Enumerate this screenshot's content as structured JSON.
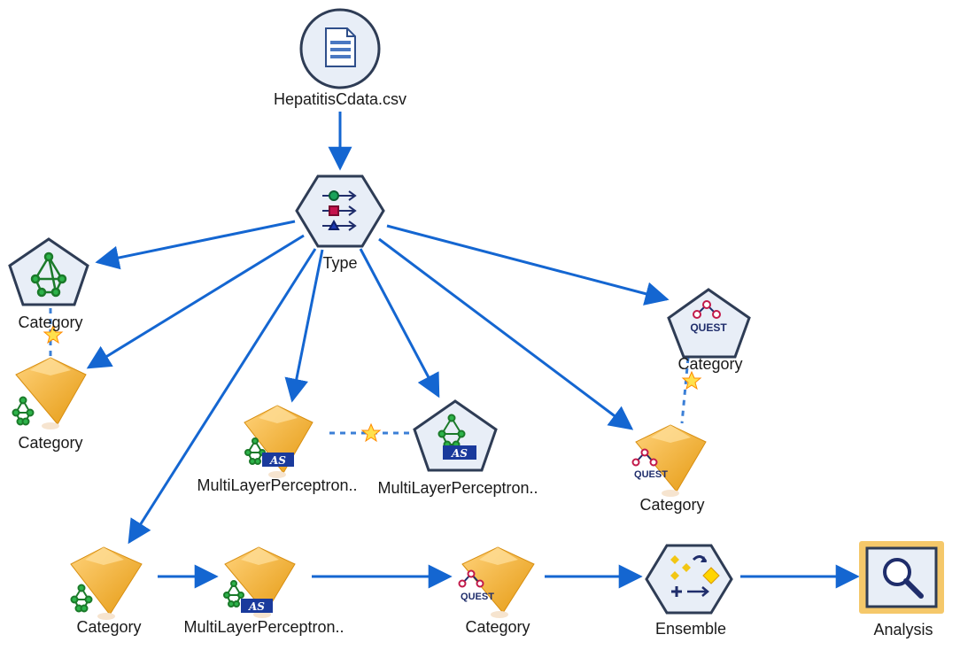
{
  "canvas": {
    "background": "#ffffff",
    "link_color": "#1466d1",
    "node_fill": "#e8eef7",
    "node_stroke": "#2e3c55",
    "nugget_color": "#f2b233",
    "analysis_highlight": "#f5c86a"
  },
  "nodes": {
    "source": {
      "label": "HepatitisCdata.csv",
      "icon": "file-icon"
    },
    "type": {
      "label": "Type",
      "icon": "type-arrows-icon"
    },
    "bayes_model": {
      "label": "Category",
      "icon": "bayes-network-icon"
    },
    "bayes_nugget": {
      "label": "Category",
      "icon": "bayes-network-nugget-icon"
    },
    "mlp_nugget": {
      "label": "MultiLayerPerceptron..",
      "icon": "mlp-nugget-icon",
      "badge": "AS"
    },
    "mlp_model": {
      "label": "MultiLayerPerceptron..",
      "icon": "mlp-network-icon",
      "badge": "AS"
    },
    "quest_model": {
      "label": "Category",
      "icon": "quest-tree-icon",
      "badge": "QUEST"
    },
    "quest_nugget": {
      "label": "Category",
      "icon": "quest-nugget-icon",
      "badge": "QUEST"
    },
    "bottom_bayes_nugget": {
      "label": "Category",
      "icon": "bayes-network-nugget-icon"
    },
    "bottom_mlp_nugget": {
      "label": "MultiLayerPerceptron..",
      "icon": "mlp-nugget-icon",
      "badge": "AS"
    },
    "bottom_quest_nugget": {
      "label": "Category",
      "icon": "quest-nugget-icon",
      "badge": "QUEST"
    },
    "ensemble": {
      "label": "Ensemble",
      "icon": "ensemble-icon"
    },
    "analysis": {
      "label": "Analysis",
      "icon": "magnifier-icon"
    }
  }
}
